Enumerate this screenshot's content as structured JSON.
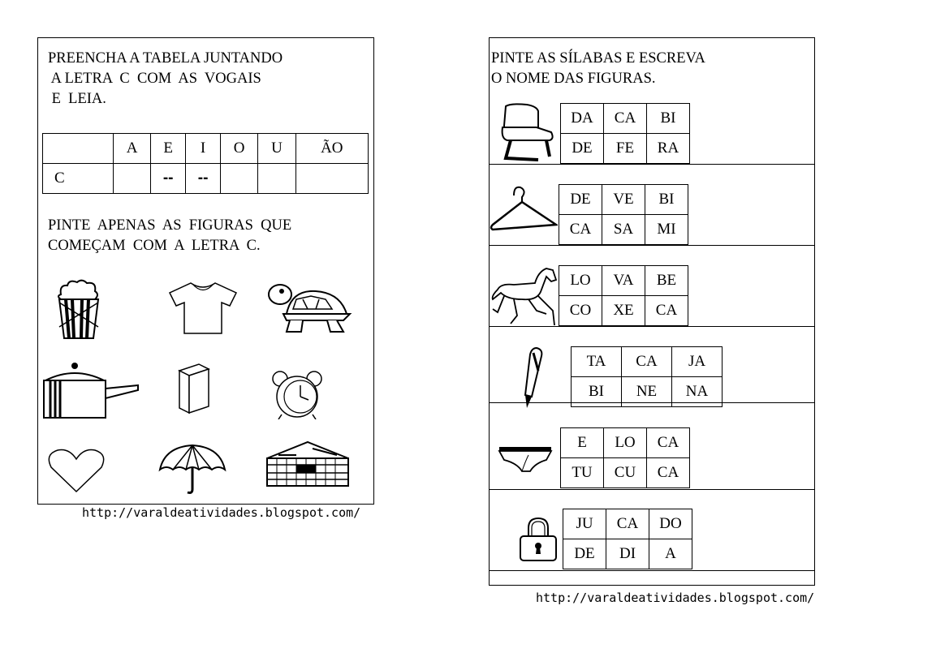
{
  "left": {
    "instruction1": "PREENCHA A TABELA JUNTANDO\n A LETRA  C  COM  AS  VOGAIS\n E  LEIA.",
    "table": {
      "headers": [
        "",
        "A",
        "E",
        "I",
        "O",
        "U",
        "ÃO"
      ],
      "row": [
        "C",
        "",
        "--",
        "--",
        "",
        "",
        ""
      ]
    },
    "instruction2": "PINTE  APENAS  AS  FIGURAS  QUE\nCOMEÇAM  COM  A  LETRA  C.",
    "figures": [
      "popcorn-icon",
      "tshirt-icon",
      "turtle-icon",
      "pot-icon",
      "box-icon",
      "alarm-clock-icon",
      "heart-icon",
      "umbrella-icon",
      "house-icon"
    ]
  },
  "right": {
    "instruction": "PINTE AS SÍLABAS E ESCREVA\nO NOME DAS FIGURAS.",
    "items": [
      {
        "icon": "chair-icon",
        "rows": [
          [
            "DA",
            "CA",
            "BI"
          ],
          [
            "DE",
            "FE",
            "RA"
          ]
        ]
      },
      {
        "icon": "hanger-icon",
        "rows": [
          [
            "DE",
            "VE",
            "BI"
          ],
          [
            "CA",
            "SA",
            "MI"
          ]
        ]
      },
      {
        "icon": "horse-icon",
        "rows": [
          [
            "LO",
            "VA",
            "BE"
          ],
          [
            "CO",
            "XE",
            "CA"
          ]
        ]
      },
      {
        "icon": "pen-icon",
        "rows": [
          [
            "TA",
            "CA",
            "JA"
          ],
          [
            "BI",
            "NE",
            "NA"
          ]
        ]
      },
      {
        "icon": "underwear-icon",
        "rows": [
          [
            "E",
            "LO",
            "CA"
          ],
          [
            "TU",
            "CU",
            "CA"
          ]
        ]
      },
      {
        "icon": "padlock-icon",
        "rows": [
          [
            "JU",
            "CA",
            "DO"
          ],
          [
            "DE",
            "DI",
            "A"
          ]
        ]
      }
    ]
  },
  "footer": {
    "url_left": "http://varaldeatividades.blogspot.com/",
    "url_right": "http://varaldeatividades.blogspot.com/"
  }
}
